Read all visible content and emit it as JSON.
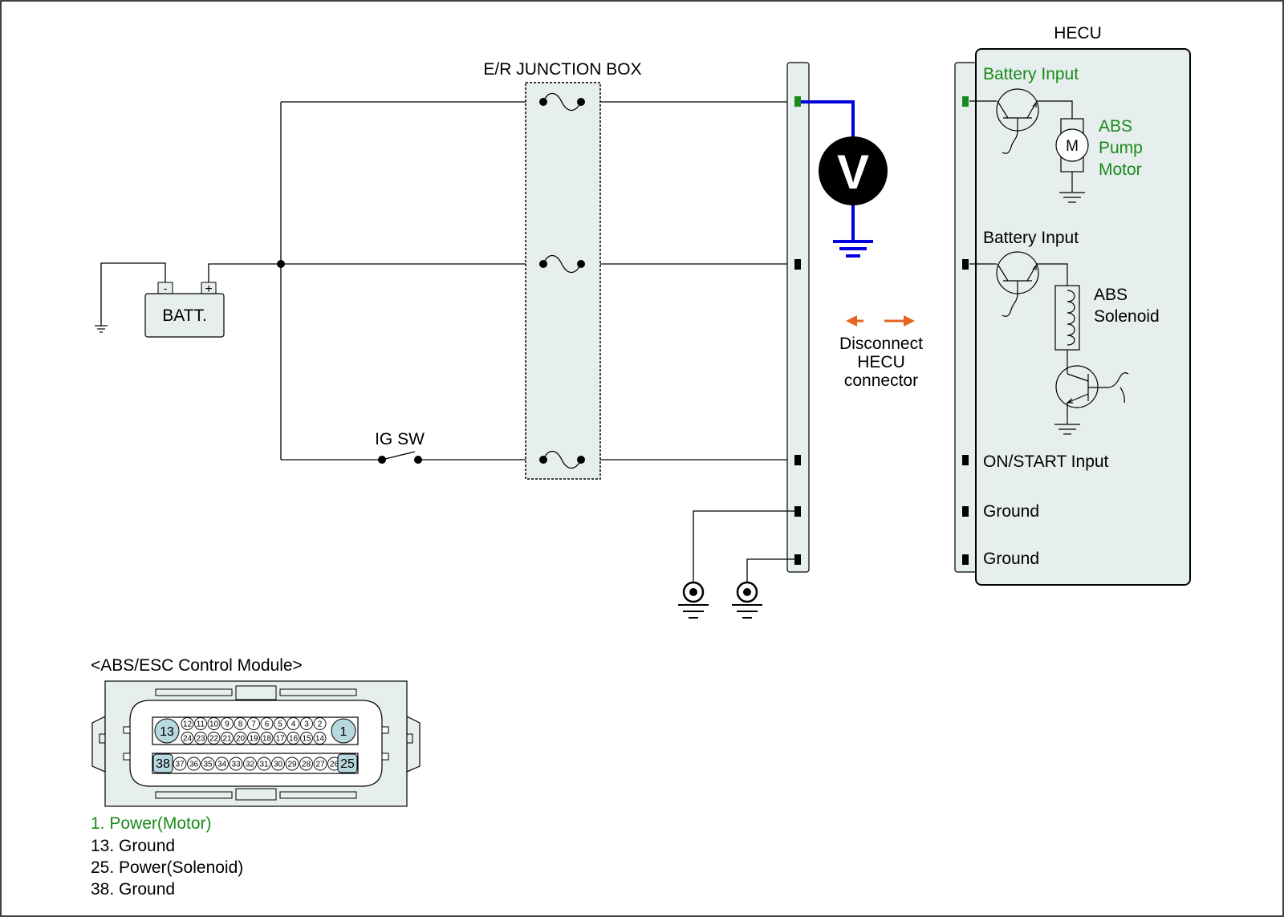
{
  "diagram": {
    "junction_box_title": "E/R JUNCTION BOX",
    "hecu_title": "HECU",
    "battery_label": "BATT.",
    "battery_minus": "-",
    "battery_plus": "+",
    "ig_sw_label": "IG SW",
    "meter_symbol": "V",
    "disconnect_line1": "Disconnect",
    "disconnect_line2": "HECU",
    "disconnect_line3": "connector",
    "motor_symbol": "M",
    "hecu_pins": {
      "p1": "Battery Input",
      "p2": "Battery Input",
      "p3": "ON/START Input",
      "p4": "Ground",
      "p5": "Ground"
    },
    "pump_motor": {
      "l1": "ABS",
      "l2": "Pump",
      "l3": "Motor"
    },
    "solenoid": {
      "l1": "ABS",
      "l2": "Solenoid"
    },
    "connector": {
      "title": "<ABS/ESC Control Module>",
      "top_row": [
        "12",
        "11",
        "10",
        "9",
        "8",
        "7",
        "6",
        "5",
        "4",
        "3",
        "2"
      ],
      "mid_row": [
        "24",
        "23",
        "22",
        "21",
        "20",
        "19",
        "18",
        "17",
        "16",
        "15",
        "14"
      ],
      "bottom_row": [
        "37",
        "36",
        "35",
        "34",
        "33",
        "32",
        "31",
        "30",
        "29",
        "28",
        "27",
        "26"
      ],
      "big_13": "13",
      "big_1": "1",
      "big_38": "38",
      "big_25": "25"
    },
    "legend": {
      "item1": "1. Power(Motor)",
      "item2": "13. Ground",
      "item3": "25. Power(Solenoid)",
      "item4": "38. Ground"
    },
    "colors": {
      "active_green": "#1a8a1a",
      "probe_blue": "#0000dd",
      "arrow_orange": "#e8641e",
      "panel_fill": "#e6eeee"
    }
  }
}
